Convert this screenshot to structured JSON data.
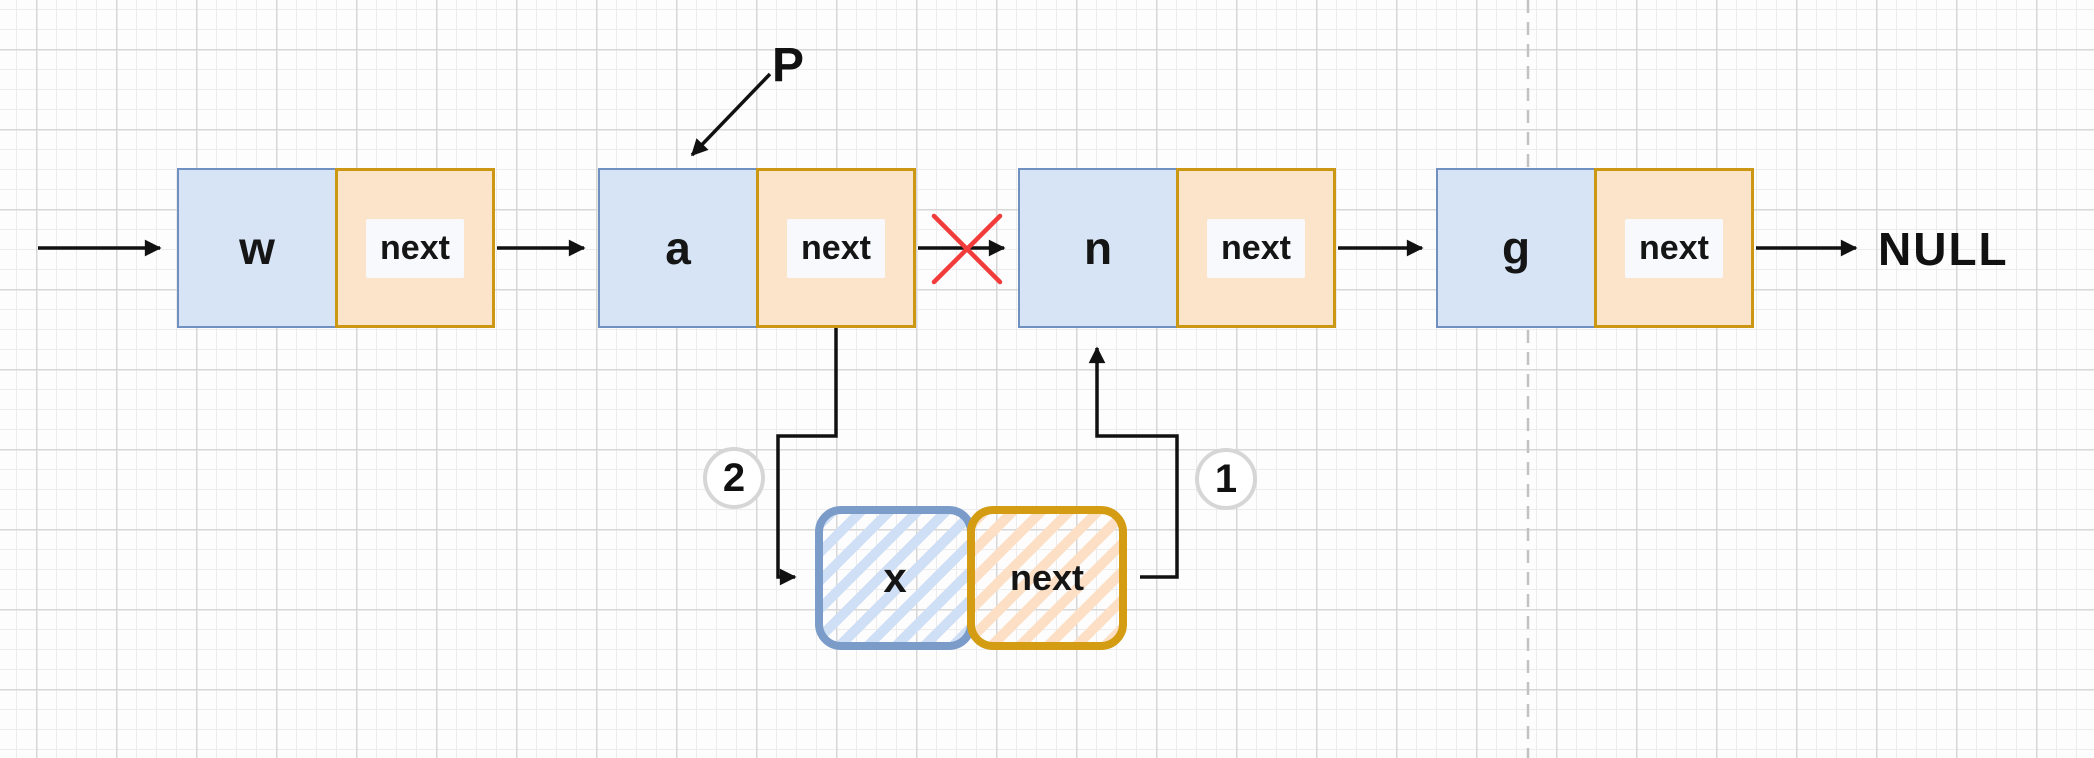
{
  "diagram": {
    "pointer_label": "P",
    "null_label": "NULL",
    "nodes": [
      {
        "value": "w",
        "next_label": "next"
      },
      {
        "value": "a",
        "next_label": "next"
      },
      {
        "value": "n",
        "next_label": "next"
      },
      {
        "value": "g",
        "next_label": "next"
      }
    ],
    "new_node": {
      "value": "x",
      "next_label": "next"
    },
    "steps": {
      "first": "1",
      "second": "2"
    },
    "colors": {
      "data_cell_fill": "#d7e4f5",
      "data_cell_border": "#7090c0",
      "next_cell_fill": "#fce4cb",
      "next_cell_border": "#cc9712",
      "new_data_border": "#7b9cc9",
      "new_next_border": "#d39c12",
      "delete_cross": "#f23b3b",
      "connector": "#111111",
      "grid_minor": "#ececec",
      "grid_major": "#d7d7d7",
      "page_divider_dash": "#c2c2c2"
    }
  }
}
